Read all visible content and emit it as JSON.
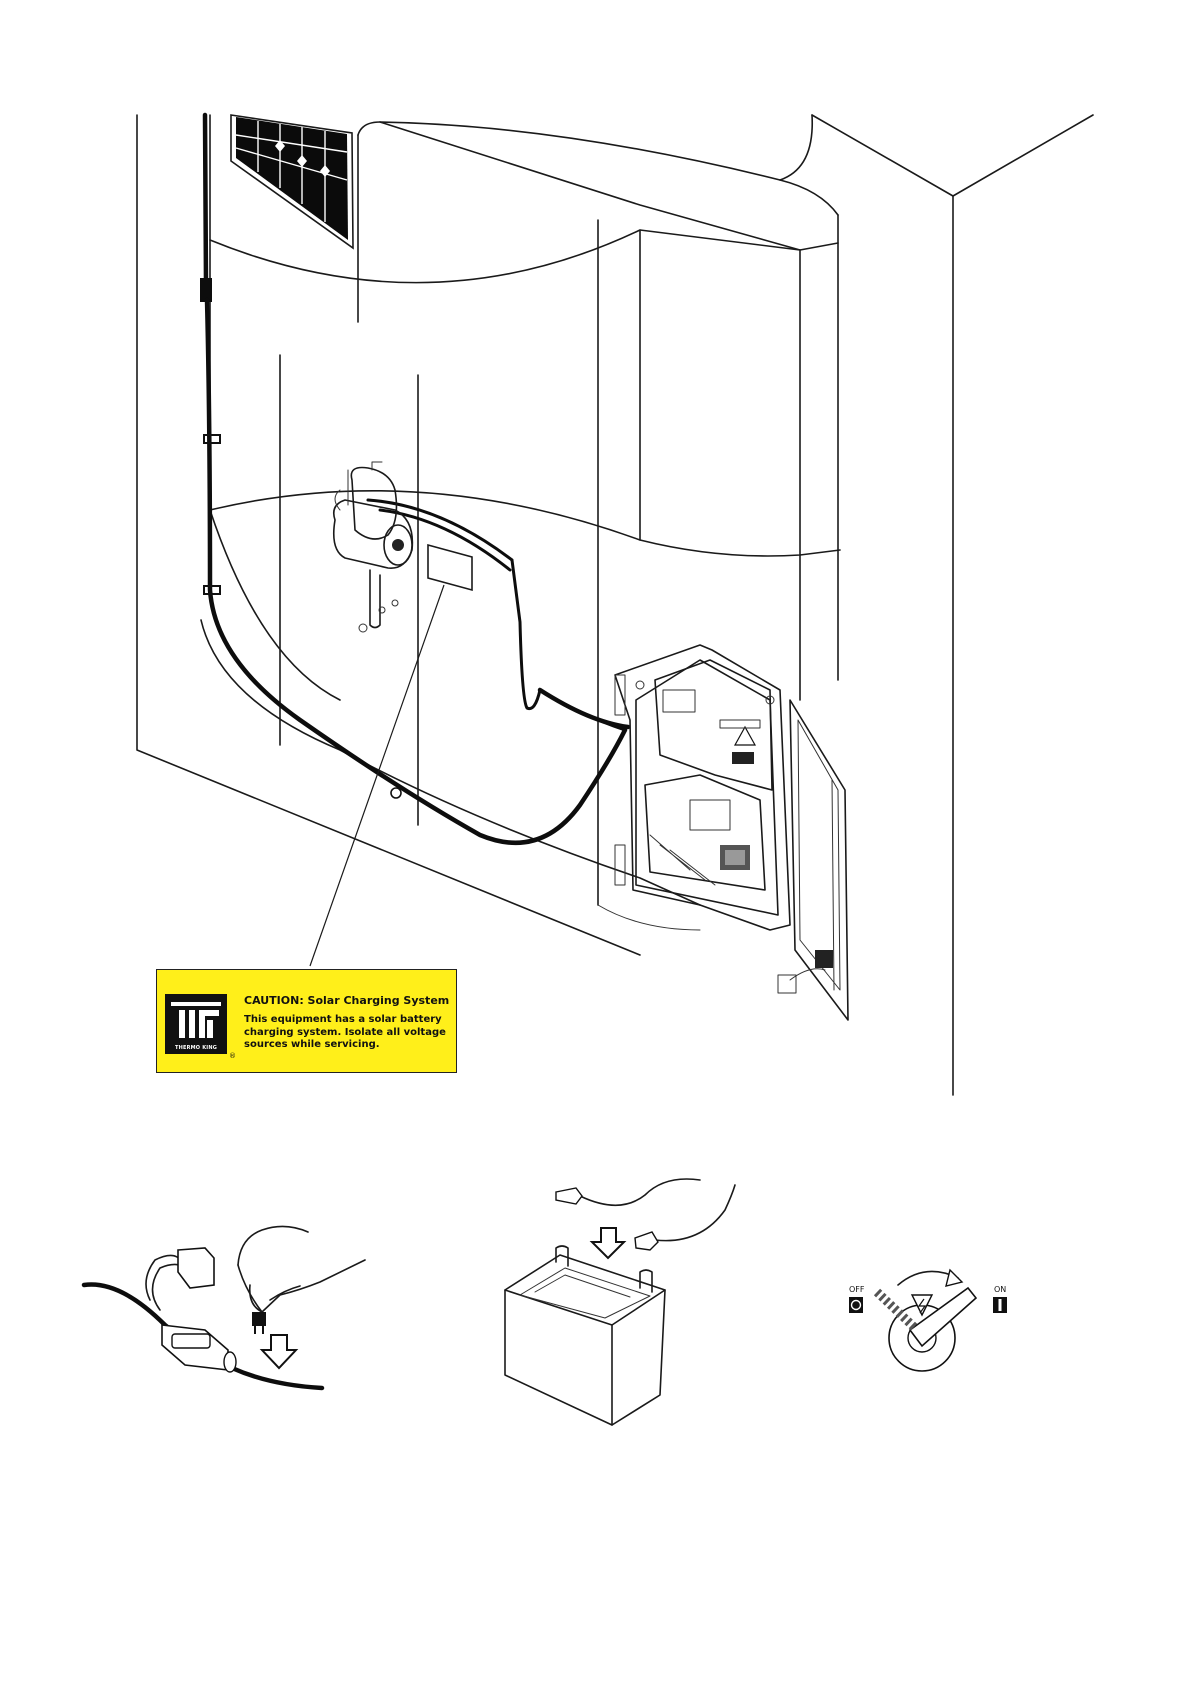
{
  "caution_label": {
    "title": "CAUTION: Solar Charging System",
    "lines": [
      "This equipment has a solar battery",
      "charging system. Isolate all voltage",
      "sources while servicing."
    ],
    "logo_text": "THERMO KING",
    "registered": "®",
    "background_color": "#ffef1a"
  },
  "disconnect_switch": {
    "off_label": "OFF",
    "on_label": "ON"
  }
}
